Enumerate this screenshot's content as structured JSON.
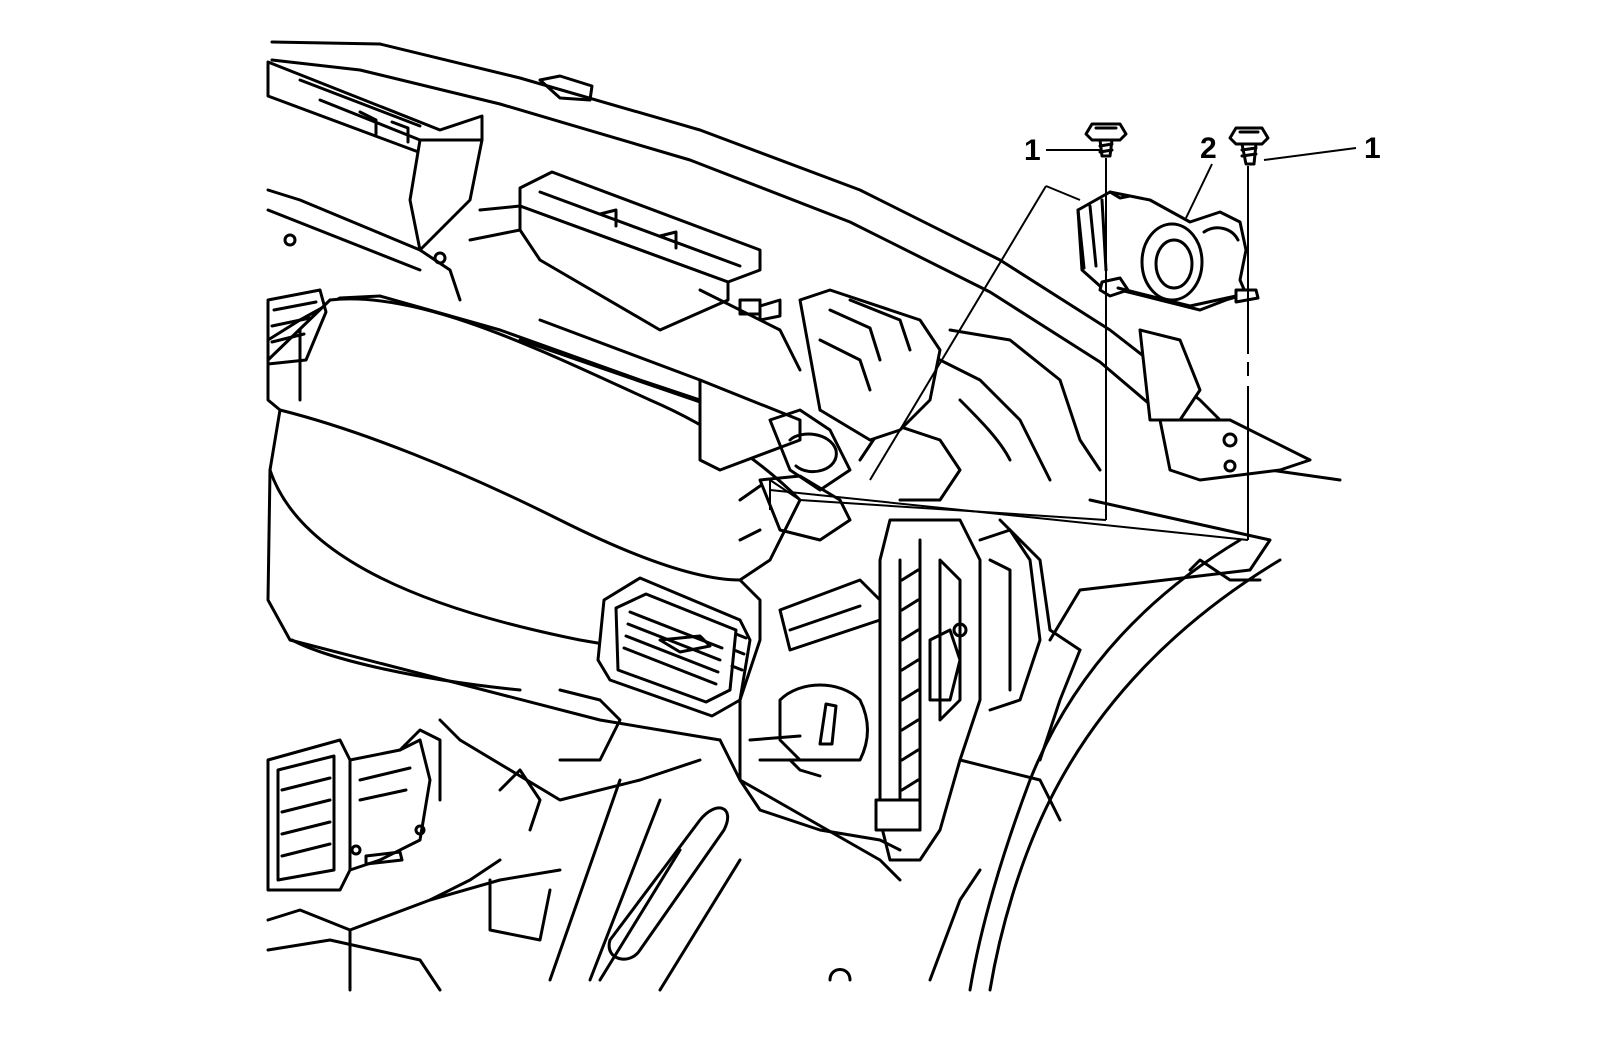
{
  "callouts": {
    "screw_left": "1",
    "component": "2",
    "screw_right": "1"
  },
  "colors": {
    "line": "#000000",
    "background": "#ffffff"
  }
}
